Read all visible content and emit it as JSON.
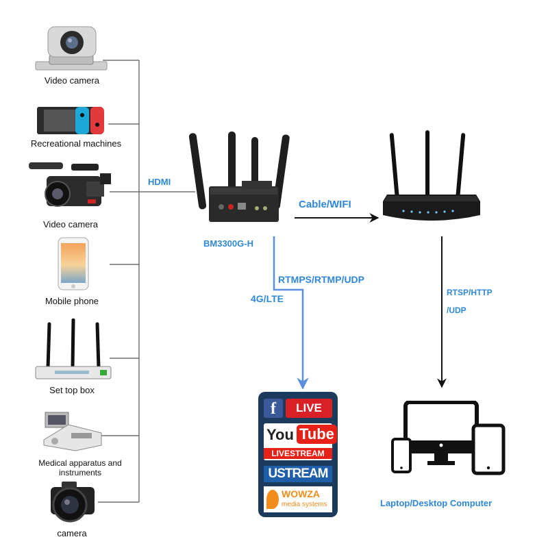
{
  "sources": [
    {
      "label": "Video camera",
      "icon": "ptz-camera-icon"
    },
    {
      "label": "Recreational machines",
      "icon": "game-console-icon"
    },
    {
      "label": "Video camera",
      "icon": "camcorder-icon"
    },
    {
      "label": "Mobile phone",
      "icon": "mobile-phone-icon"
    },
    {
      "label": "Set top box",
      "icon": "set-top-box-icon"
    },
    {
      "label": "Medical apparatus and instruments",
      "icon": "medical-device-icon"
    },
    {
      "label": "camera",
      "icon": "dslr-camera-icon"
    }
  ],
  "links": {
    "hdmi": "HDMI",
    "cable_wifi": "Cable/WIFI",
    "rtmps": "RTMPS/RTMP/UDP",
    "lte": "4G/LTE",
    "rtsp_line1": "RTSP/HTTP",
    "rtsp_line2": "/UDP"
  },
  "encoder": {
    "label": "BM3300G-H",
    "icon": "encoder-router-icon"
  },
  "router": {
    "icon": "wifi-router-icon"
  },
  "platforms": {
    "facebook": "f",
    "live": "LIVE",
    "youtube_you": "You",
    "youtube_tube": "Tube",
    "livestream": "LIVESTREAM",
    "ustream": "USTREAM",
    "wowza": "WOWZA",
    "wowza_sub": "media systems"
  },
  "computer": {
    "label": "Laptop/Desktop Computer",
    "icon": "devices-icon"
  },
  "colors": {
    "accent_blue": "#2f87d8",
    "arrow_blue": "#5a8fe0",
    "platform_bg": "#1b3a5c"
  }
}
